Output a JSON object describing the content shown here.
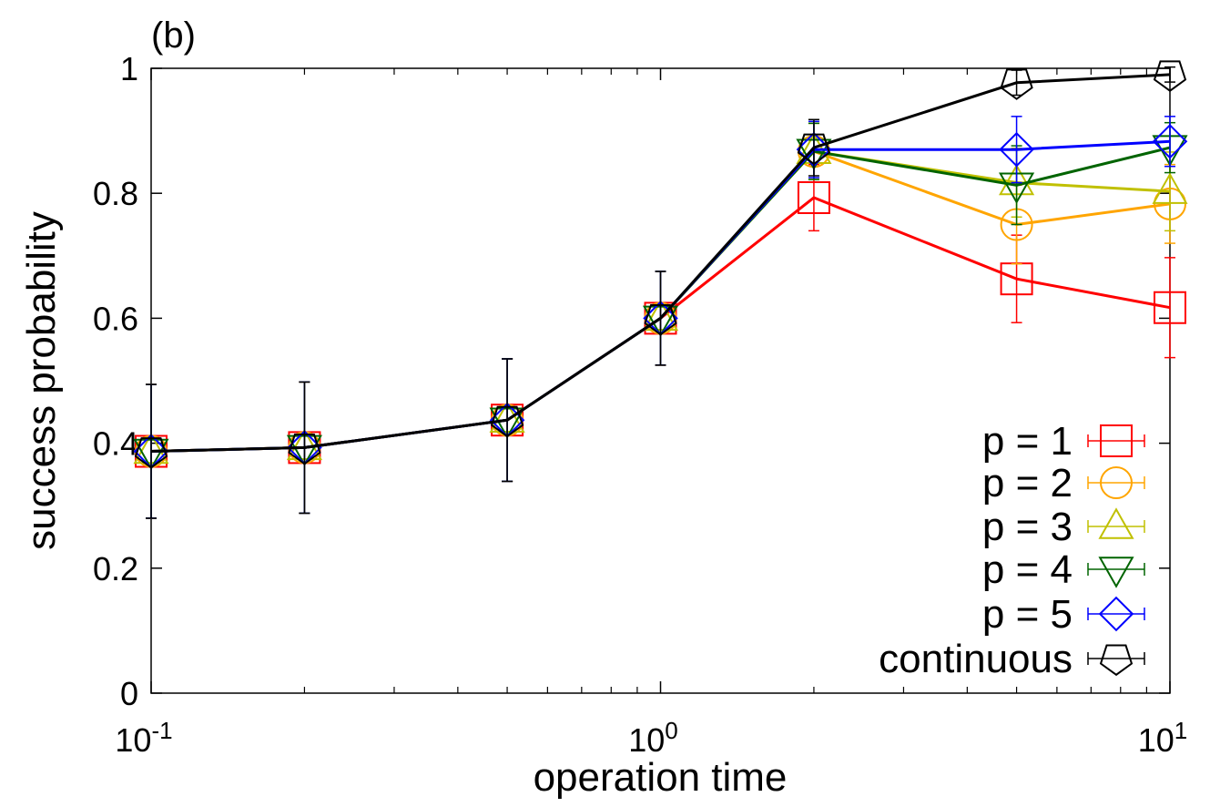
{
  "chart_data": {
    "type": "line",
    "panel_label": "(b)",
    "xlabel": "operation time",
    "ylabel": "success probability",
    "x_scale": "log",
    "xlim": [
      0.1,
      10
    ],
    "ylim": [
      0,
      1
    ],
    "x_ticks": [
      {
        "value": 0.1,
        "base": "10",
        "exp": "-1"
      },
      {
        "value": 1,
        "base": "10",
        "exp": "0"
      },
      {
        "value": 10,
        "base": "10",
        "exp": "1"
      }
    ],
    "y_ticks": [
      {
        "value": 0,
        "label": "0"
      },
      {
        "value": 0.2,
        "label": "0.2"
      },
      {
        "value": 0.4,
        "label": "0.4"
      },
      {
        "value": 0.6,
        "label": "0.6"
      },
      {
        "value": 0.8,
        "label": "0.8"
      },
      {
        "value": 1,
        "label": "1"
      }
    ],
    "grid": false,
    "legend_position": "bottom-right",
    "x": [
      0.1,
      0.2,
      0.5,
      1,
      2,
      5,
      10
    ],
    "series": [
      {
        "name": "p = 1",
        "color": "#ff0000",
        "marker": "square",
        "y": [
          0.387,
          0.393,
          0.437,
          0.6,
          0.793,
          0.663,
          0.617
        ],
        "err": [
          0.107,
          0.105,
          0.098,
          0.075,
          0.053,
          0.07,
          0.08
        ]
      },
      {
        "name": "p = 2",
        "color": "#ffa500",
        "marker": "circle",
        "y": [
          0.387,
          0.393,
          0.437,
          0.6,
          0.867,
          0.75,
          0.783
        ],
        "err": [
          0.107,
          0.105,
          0.098,
          0.075,
          0.045,
          0.063,
          0.063
        ]
      },
      {
        "name": "p = 3",
        "color": "#c0c000",
        "marker": "triangle-up",
        "y": [
          0.387,
          0.393,
          0.437,
          0.6,
          0.867,
          0.817,
          0.803
        ],
        "err": [
          0.107,
          0.105,
          0.098,
          0.075,
          0.045,
          0.055,
          0.063
        ]
      },
      {
        "name": "p = 4",
        "color": "#006400",
        "marker": "triangle-down",
        "y": [
          0.387,
          0.393,
          0.437,
          0.6,
          0.867,
          0.813,
          0.873
        ],
        "err": [
          0.107,
          0.105,
          0.098,
          0.075,
          0.045,
          0.063,
          0.04
        ]
      },
      {
        "name": "p = 5",
        "color": "#0000ff",
        "marker": "diamond",
        "y": [
          0.387,
          0.393,
          0.437,
          0.6,
          0.87,
          0.87,
          0.883
        ],
        "err": [
          0.107,
          0.105,
          0.098,
          0.075,
          0.045,
          0.053,
          0.04
        ]
      },
      {
        "name": "continuous",
        "color": "#000000",
        "marker": "pentagon",
        "y": [
          0.387,
          0.393,
          0.437,
          0.6,
          0.873,
          0.977,
          0.99
        ],
        "err": [
          0.107,
          0.105,
          0.098,
          0.075,
          0.045,
          0.02,
          0.012
        ]
      }
    ]
  }
}
